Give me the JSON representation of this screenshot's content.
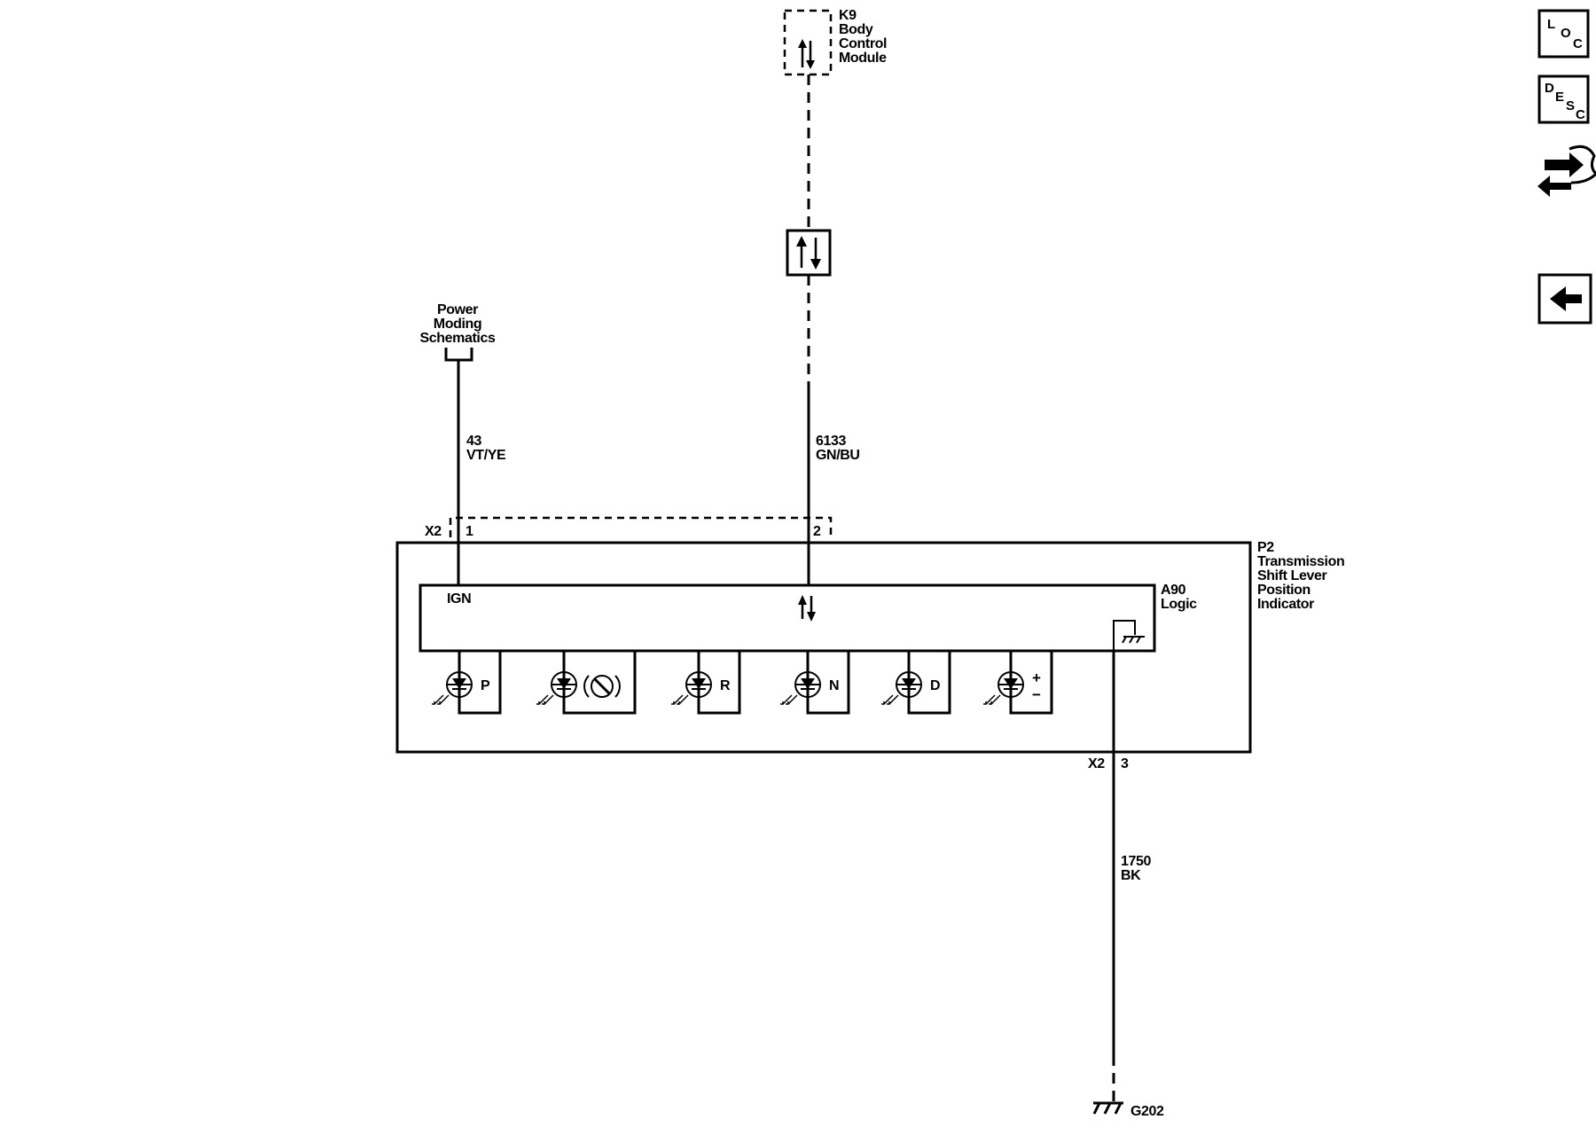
{
  "k9": {
    "id": "K9",
    "line1": "Body",
    "line2": "Control",
    "line3": "Module"
  },
  "power_ref": {
    "line1": "Power",
    "line2": "Moding",
    "line3": "Schematics"
  },
  "wires": {
    "w43": {
      "circuit": "43",
      "color": "VT/YE"
    },
    "w6133": {
      "circuit": "6133",
      "color": "GN/BU"
    },
    "w1750": {
      "circuit": "1750",
      "color": "BK"
    }
  },
  "connector_top": {
    "name": "X2",
    "pin1": "1",
    "pin2": "2"
  },
  "connector_bottom": {
    "name": "X2",
    "pin3": "3"
  },
  "p2": {
    "id": "P2",
    "line1": "Transmission",
    "line2": "Shift Lever",
    "line3": "Position",
    "line4": "Indicator"
  },
  "a90": {
    "id": "A90",
    "label": "Logic"
  },
  "ign_label": "IGN",
  "leds": [
    "P",
    "R",
    "N",
    "D",
    "+",
    "−"
  ],
  "ground_label": "G202",
  "nav": {
    "loc": {
      "l1": "L",
      "l2": "O",
      "l3": "C",
      "icon": "loc-icon"
    },
    "desc": {
      "l1": "D",
      "l2": "E",
      "l3": "S",
      "l4": "C",
      "icon": "desc-icon"
    },
    "connector_icon": "connector-end-view-icon",
    "back_icon": "back-arrow-icon"
  }
}
